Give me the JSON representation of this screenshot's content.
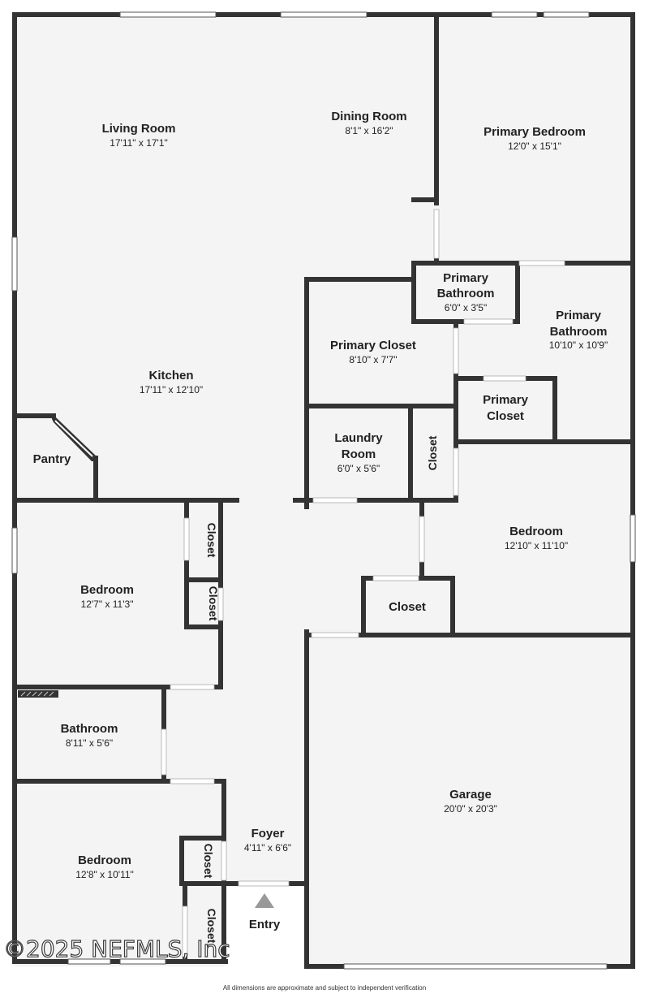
{
  "colors": {
    "wall": "#333333",
    "floor": "#f4f4f4",
    "opening": "#ffffff",
    "arrow": "#999999"
  },
  "rooms": {
    "living_room": {
      "name": "Living Room",
      "dim": "17'11\" x 17'1\""
    },
    "dining_room": {
      "name": "Dining Room",
      "dim": "8'1\" x 16'2\""
    },
    "primary_bedroom": {
      "name": "Primary Bedroom",
      "dim": "12'0\" x 15'1\""
    },
    "primary_bathroom_small": {
      "name_l1": "Primary",
      "name_l2": "Bathroom",
      "dim": "6'0\" x 3'5\""
    },
    "primary_bathroom": {
      "name_l1": "Primary",
      "name_l2": "Bathroom",
      "dim": "10'10\" x 10'9\""
    },
    "primary_closet": {
      "name": "Primary Closet",
      "dim": "8'10\" x 7'7\""
    },
    "primary_closet_small": {
      "name_l1": "Primary",
      "name_l2": "Closet"
    },
    "kitchen": {
      "name": "Kitchen",
      "dim": "17'11\" x 12'10\""
    },
    "pantry": {
      "name": "Pantry"
    },
    "laundry_room": {
      "name_l1": "Laundry",
      "name_l2": "Room",
      "dim": "6'0\" x 5'6\""
    },
    "laundry_closet": {
      "name": "Closet"
    },
    "bedroom_right": {
      "name": "Bedroom",
      "dim": "12'10\" x 11'10\""
    },
    "closet_right": {
      "name": "Closet"
    },
    "bedroom_left": {
      "name": "Bedroom",
      "dim": "12'7\" x 11'3\""
    },
    "closet_left_1": {
      "name": "Closet"
    },
    "closet_left_2": {
      "name": "Closet"
    },
    "bathroom": {
      "name": "Bathroom",
      "dim": "8'11\" x 5'6\""
    },
    "bedroom_bottom": {
      "name": "Bedroom",
      "dim": "12'8\" x 10'11\""
    },
    "closet_bottom_1": {
      "name": "Closet"
    },
    "closet_bottom_2": {
      "name": "Closet"
    },
    "foyer": {
      "name": "Foyer",
      "dim": "4'11\" x 6'6\""
    },
    "entry": {
      "name": "Entry"
    },
    "garage": {
      "name": "Garage",
      "dim": "20'0\" x 20'3\""
    }
  },
  "watermark": "©2025 NEFMLS, Inc",
  "footnote": "All dimensions are approximate and subject to independent verification"
}
